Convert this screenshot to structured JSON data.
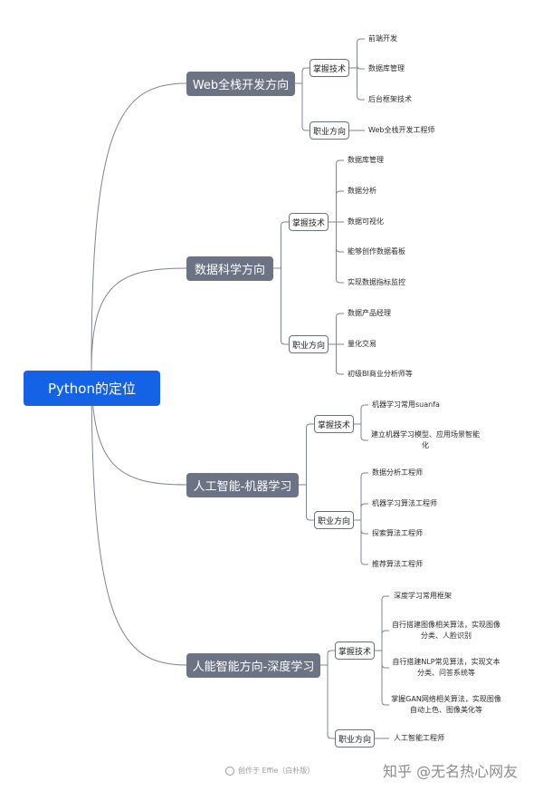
{
  "root": "Python的定位",
  "branches": [
    {
      "label": "Web全栈开发方向",
      "groups": [
        {
          "label": "掌握技术",
          "items": [
            "前端开发",
            "数据库管理",
            "后台框架技术"
          ]
        },
        {
          "label": "职业方向",
          "items": [
            "Web全栈开发工程师"
          ]
        }
      ]
    },
    {
      "label": "数据科学方向",
      "groups": [
        {
          "label": "掌握技术",
          "items": [
            "数据库管理",
            "数据分析",
            "数据可视化",
            "能够创作数据看板",
            "实现数据指标监控"
          ]
        },
        {
          "label": "职业方向",
          "items": [
            "数据产品经理",
            "量化交易",
            "初级BI商业分析师等"
          ]
        }
      ]
    },
    {
      "label": "人工智能-机器学习",
      "groups": [
        {
          "label": "掌握技术",
          "items": [
            "机器学习常用suanfa",
            "建立机器学习模型、应用场景智能化"
          ]
        },
        {
          "label": "职业方向",
          "items": [
            "数据分析工程师",
            "机器学习算法工程师",
            "探索算法工程师",
            "推荐算法工程师"
          ]
        }
      ]
    },
    {
      "label": "人能智能方向-深度学习",
      "groups": [
        {
          "label": "掌握技术",
          "items": [
            "深度学习常用框架",
            "自行搭建图像相关算法，实现图像分类、人脸识别",
            "自行搭建NLP常见算法，实现文本分类、问答系统等",
            "掌握GAN网络相关算法，实现图像自动上色、图像美化等"
          ]
        },
        {
          "label": "职业方向",
          "items": [
            "人工智能工程师"
          ]
        }
      ]
    }
  ],
  "footer": {
    "credit": "创作于 Effie（白朴版）",
    "watermark": "知乎 @无名热心网友"
  }
}
